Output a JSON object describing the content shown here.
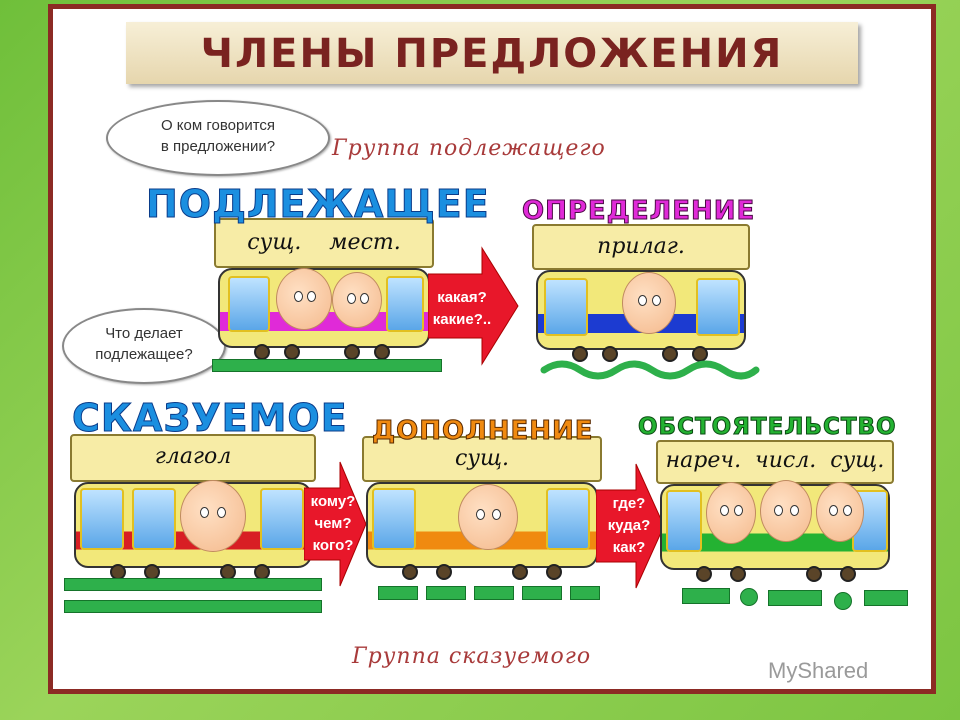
{
  "title": "ЧЛЕНЫ ПРЕДЛОЖЕНИЯ",
  "subject_group_label": "Группа подлежащего",
  "predicate_group_label": "Группа сказуемого",
  "clouds": {
    "subject_question_line1": "О ком говорится",
    "subject_question_line2": "в предложении?",
    "predicate_question_line1": "Что делает",
    "predicate_question_line2": "подлежащее?"
  },
  "trams": {
    "subject": {
      "heading": "ПОДЛЕЖАЩЕЕ",
      "roof": "сущ.    мест.",
      "color": "#e02ad8"
    },
    "attribute": {
      "heading": "ОПРЕДЕЛЕНИЕ",
      "roof": "прилаг.",
      "color": "#1c3bd1"
    },
    "predicate": {
      "heading": "СКАЗУЕМОЕ",
      "roof": "глагол",
      "color": "#d81e24"
    },
    "object": {
      "heading": "ДОПОЛНЕНИЕ",
      "roof": "сущ.",
      "color": "#f08a10"
    },
    "adverbial": {
      "heading": "ОБСТОЯТЕЛЬСТВО",
      "roof": "нареч.  числ.  сущ.",
      "color": "#24b232"
    }
  },
  "arrows": {
    "attribute_q1": "какая?",
    "attribute_q2": "какие?..",
    "object_q1": "кому?",
    "object_q2": "чем?",
    "object_q3": "кого?",
    "adverbial_q1": "где?",
    "adverbial_q2": "куда?",
    "adverbial_q3": "как?"
  },
  "watermark": "MyShared",
  "colors": {
    "frame": "#8c2a24",
    "arrow": "#e8172a",
    "underline": "#2eb04b",
    "title": "#7a2320"
  }
}
